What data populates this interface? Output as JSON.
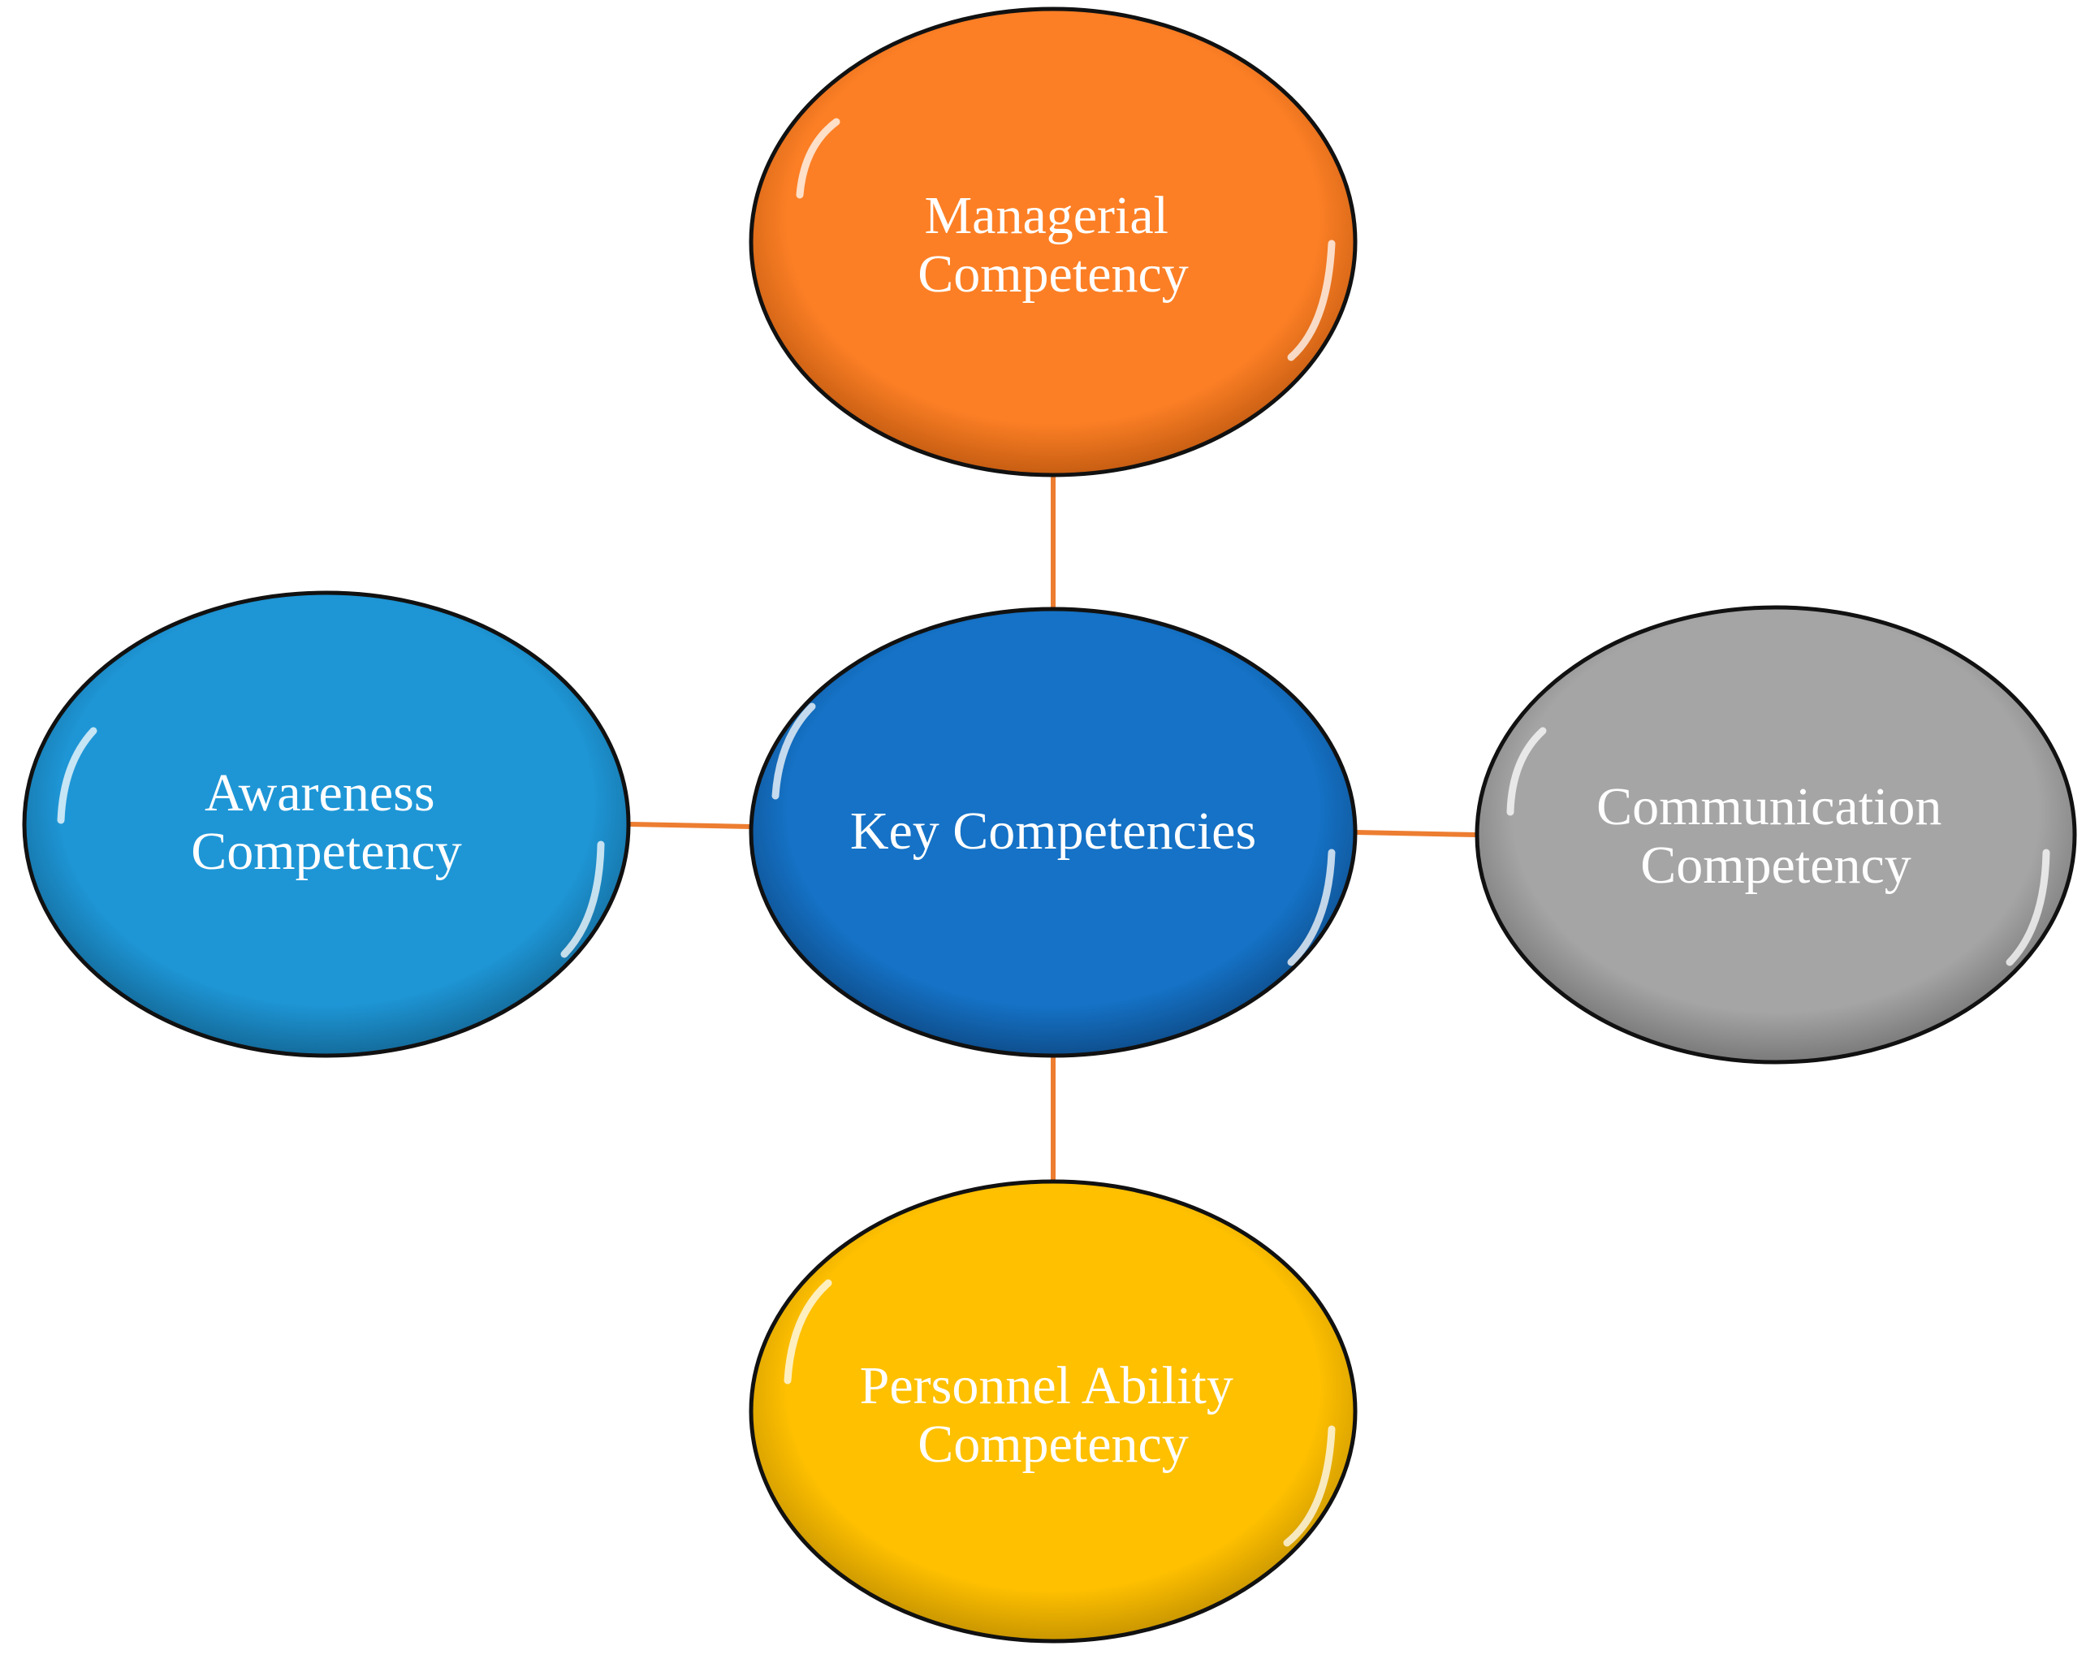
{
  "colors": {
    "connector": "#ED7D31",
    "center": "#1572C6",
    "top": "#FC7F25",
    "left": "#1E96D6",
    "right": "#A5A5A5",
    "bottom": "#FFC000"
  },
  "nodes": {
    "center": {
      "lines": [
        "Key Competencies"
      ]
    },
    "top": {
      "lines": [
        "Managerial",
        "Competency"
      ]
    },
    "left": {
      "lines": [
        "Awareness",
        "Competency"
      ]
    },
    "right": {
      "lines": [
        "Communication",
        "Competency"
      ]
    },
    "bottom": {
      "lines": [
        "Personnel Ability",
        "Competency"
      ]
    }
  }
}
